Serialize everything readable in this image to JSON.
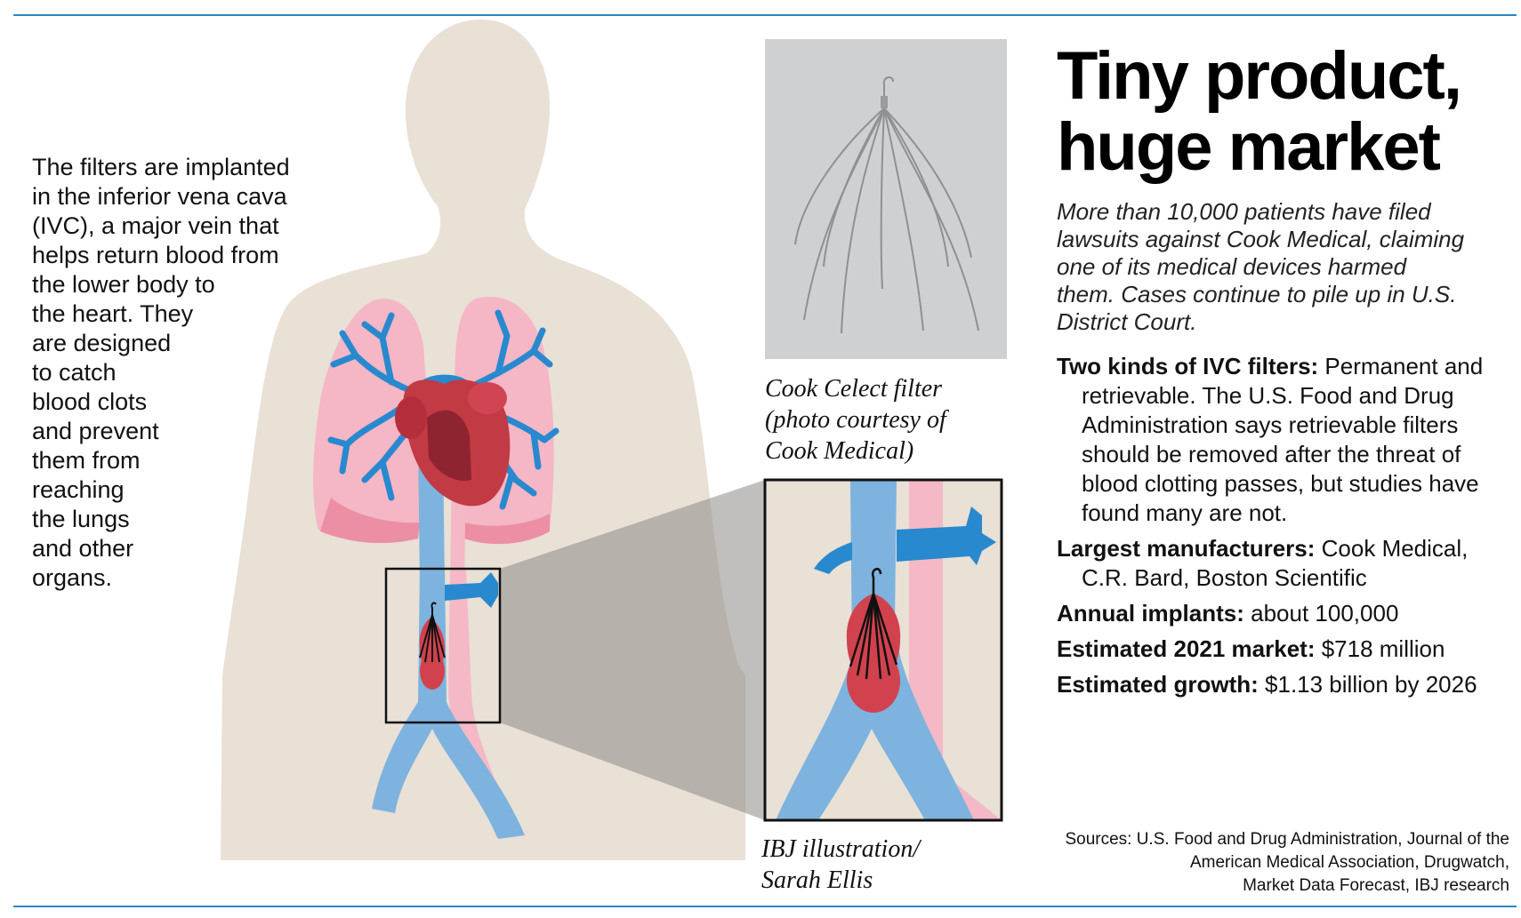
{
  "headline": {
    "lines": [
      "Tiny product,",
      "huge market"
    ]
  },
  "dek": {
    "lines": [
      "More than 10,000 patients have filed",
      "lawsuits against Cook Medical, claiming",
      "one of its medical devices harmed",
      "them. Cases continue to pile up in U.S.",
      "District Court."
    ]
  },
  "facts": [
    {
      "label": "Two kinds of IVC filters:",
      "text": " Permanent and retrievable. The U.S. Food and Drug Administration says retrievable filters should be removed after the threat of blood clotting passes, but studies have found many are not."
    },
    {
      "label": "Largest manufacturers:",
      "text": " Cook Medical, C.R. Bard, Boston Scientific"
    },
    {
      "label": "Annual implants:",
      "text": " about 100,000"
    },
    {
      "label": "Estimated 2021 market:",
      "text": " $718 million"
    },
    {
      "label": "Estimated growth:",
      "text": " $1.13 billion by 2026"
    }
  ],
  "left_text": {
    "lines": [
      "The filters are implanted",
      "in the inferior vena cava",
      "(IVC), a major vein that",
      "helps return blood from",
      "the lower body to",
      "the heart. They",
      "are designed",
      "to catch",
      "blood clots",
      "and prevent",
      "them from",
      "reaching",
      "the lungs",
      "and other",
      "organs."
    ]
  },
  "photo_caption": {
    "lines": [
      "Cook Celect filter",
      "(photo courtesy of",
      "Cook Medical)"
    ]
  },
  "illustration_credit": {
    "lines": [
      "IBJ illustration/",
      "Sarah Ellis"
    ]
  },
  "sources": {
    "lines": [
      "Sources: U.S. Food and Drug Administration, Journal of the",
      "American Medical Association, Drugwatch,",
      "Market Data Forecast, IBJ research"
    ]
  },
  "colors": {
    "rule": "#2b86c5",
    "body": "#e9e0d6",
    "vein": "#7db3de",
    "vein_dark": "#2889cf",
    "artery": "#f4b8c6",
    "lung": "#f5b6c5",
    "heart": "#c23a44",
    "clot": "#d1424e",
    "photo_bg": "#cfd0d2"
  }
}
